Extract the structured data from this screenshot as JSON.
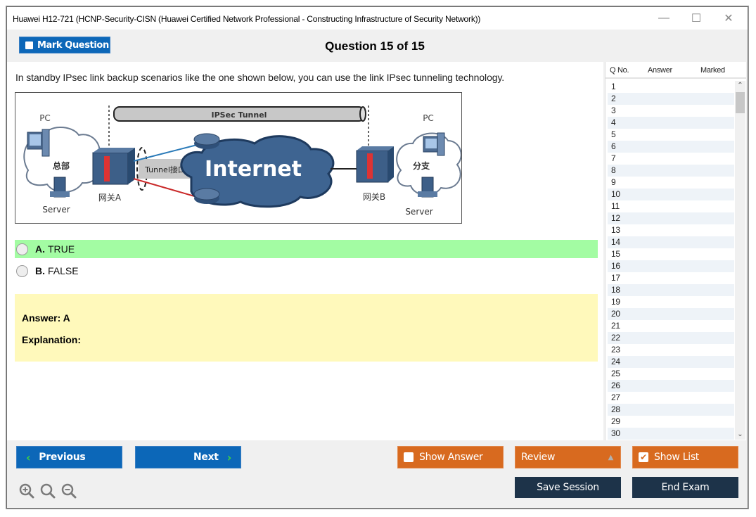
{
  "window": {
    "title": "Huawei H12-721 (HCNP-Security-CISN (Huawei Certified Network Professional - Constructing Infrastructure of Security Network))",
    "minimize_glyph": "—",
    "maximize_glyph": "☐",
    "close_glyph": "✕"
  },
  "header": {
    "mark_question_label": "Mark Question",
    "question_counter": "Question 15 of 15"
  },
  "question": {
    "text": "In standby IPsec link backup scenarios like the one shown below, you can use the link IPsec tunneling technology.",
    "diagram": {
      "tunnel_label": "IPSec Tunnel",
      "left_pc": "PC",
      "left_site": "总部",
      "left_server": "Server",
      "gateway_a": "网关A",
      "tunnel_interface": "Tunnel接口",
      "internet": "Internet",
      "gateway_b": "网关B",
      "right_pc": "PC",
      "right_site": "分支",
      "right_server": "Server"
    },
    "options": [
      {
        "letter": "A.",
        "text": "TRUE",
        "correct": true
      },
      {
        "letter": "B.",
        "text": "FALSE",
        "correct": false
      }
    ],
    "answer": "Answer: A",
    "explanation": "Explanation:"
  },
  "question_list": {
    "columns": [
      "Q No.",
      "Answer",
      "Marked"
    ],
    "rows": [
      "1",
      "2",
      "3",
      "4",
      "5",
      "6",
      "7",
      "8",
      "9",
      "10",
      "11",
      "12",
      "13",
      "14",
      "15",
      "16",
      "17",
      "18",
      "19",
      "20",
      "21",
      "22",
      "23",
      "24",
      "25",
      "26",
      "27",
      "28",
      "29",
      "30"
    ]
  },
  "footer": {
    "previous_label": "Previous",
    "next_label": "Next",
    "show_answer_label": "Show Answer",
    "show_answer_checked": false,
    "review_label": "Review",
    "show_list_label": "Show List",
    "show_list_checked": true,
    "save_session_label": "Save Session",
    "end_exam_label": "End Exam"
  },
  "colors": {
    "primary_blue": "#0c67b8",
    "orange": "#d86a1f",
    "dark_navy": "#1d3349",
    "correct_green": "#a3fca3",
    "answer_yellow": "#fff9bb"
  }
}
